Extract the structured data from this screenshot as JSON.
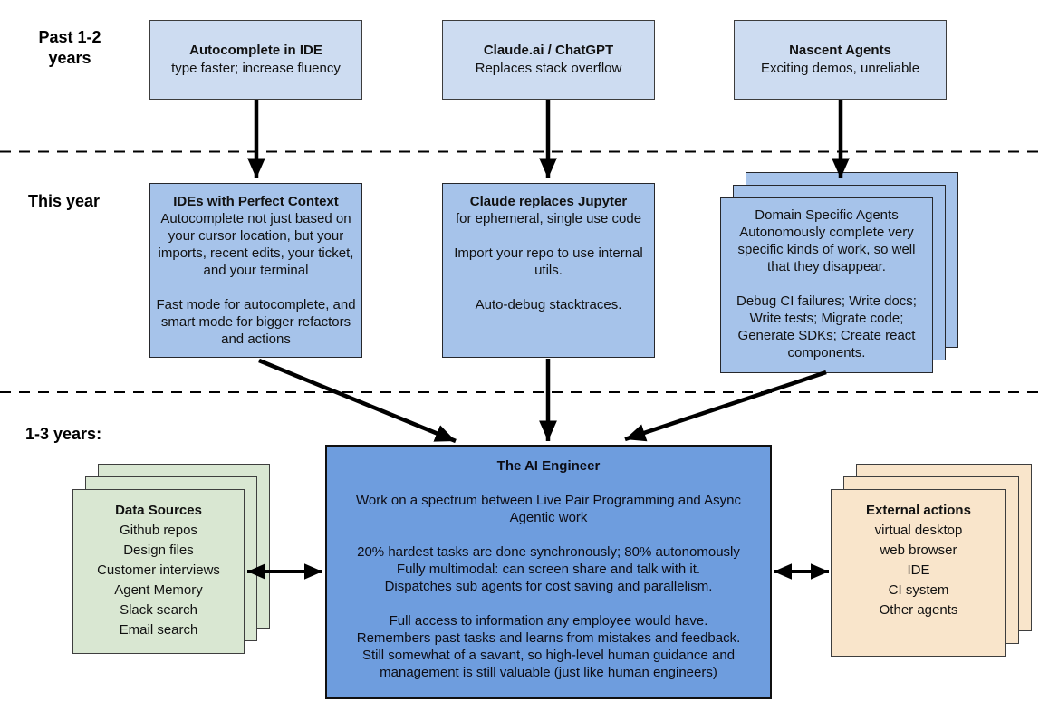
{
  "timeline_labels": {
    "past_line1": "Past 1-2",
    "past_line2": "years",
    "present": "This year",
    "future": "1-3 years:"
  },
  "top_row": [
    {
      "title": "Autocomplete in IDE",
      "body": "type faster; increase fluency"
    },
    {
      "title": "Claude.ai / ChatGPT",
      "body": "Replaces stack overflow"
    },
    {
      "title": "Nascent Agents",
      "body": "Exciting demos, unreliable"
    }
  ],
  "mid_row": {
    "ide_context": {
      "title": "IDEs with Perfect Context",
      "p1": "Autocomplete not just based on your cursor location, but your imports, recent edits, your ticket, and your terminal",
      "p2": "Fast mode for autocomplete, and smart mode for bigger refactors and actions"
    },
    "claude_jupyter": {
      "title": "Claude replaces Jupyter",
      "p1": "for ephemeral, single use code",
      "p2": "Import your repo to use internal utils.",
      "p3": "Auto-debug stacktraces."
    },
    "domain_agents": {
      "title": "Domain Specific Agents",
      "p1": "Autonomously complete very specific kinds of work, so well that they disappear.",
      "p2": "Debug CI failures; Write docs; Write tests; Migrate code; Generate SDKs; Create react components."
    }
  },
  "ai_engineer": {
    "title": "The AI Engineer",
    "p1": "Work on a spectrum between Live Pair Programming and Async Agentic work",
    "p2_lines": [
      "20% hardest tasks are done synchronously; 80% autonomously",
      "Fully multimodal: can screen share and talk with it.",
      "Dispatches sub agents for cost saving and parallelism."
    ],
    "p3_lines": [
      "Full access to information any employee would have.",
      "Remembers past tasks and learns from mistakes and feedback.",
      "Still somewhat of a savant, so high-level human guidance and management is still valuable (just like human engineers)"
    ]
  },
  "data_sources": {
    "title": "Data Sources",
    "items": [
      "Github repos",
      "Design files",
      "Customer interviews",
      "Agent Memory",
      "Slack search",
      "Email search"
    ]
  },
  "external_actions": {
    "title": "External actions",
    "items": [
      "virtual desktop",
      "web browser",
      "IDE",
      "CI system",
      "Other agents"
    ]
  },
  "colors": {
    "top_box_fill": "#cddcf1",
    "mid_box_fill": "#a6c3ea",
    "ai_box_fill": "#6e9dde",
    "data_sources_fill": "#d9e7d2",
    "external_actions_fill": "#f9e5cb",
    "arrow": "#000000"
  }
}
